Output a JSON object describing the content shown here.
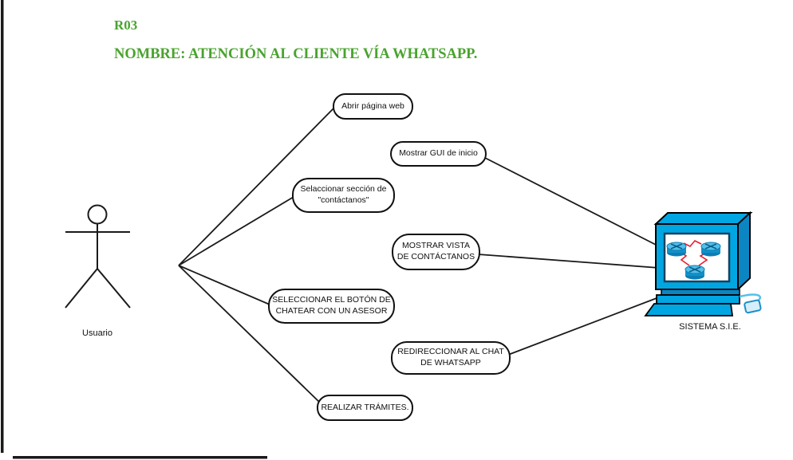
{
  "header": {
    "code": "R03",
    "title": "NOMBRE: ATENCIÓN AL CLIENTE VÍA WHATSAPP."
  },
  "actor": {
    "label": "Usuario"
  },
  "system": {
    "label": "SISTEMA S.I.E."
  },
  "use_cases": [
    {
      "id": "abrir-pagina-web",
      "label": "Abrir página web"
    },
    {
      "id": "mostrar-gui-inicio",
      "label": "Mostrar GUI de inicio"
    },
    {
      "id": "seleccionar-contactanos",
      "label": "Selaccionar sección de\n\"contáctanos\""
    },
    {
      "id": "mostrar-vista-contactanos",
      "label": "MOSTRAR VISTA\nDE CONTÁCTANOS"
    },
    {
      "id": "seleccionar-boton-chatear",
      "label": "SELECCIONAR EL BOTÓN DE\nCHATEAR CON UN ASESOR"
    },
    {
      "id": "redireccionar-chat",
      "label": "REDIRECCIONAR AL CHAT\nDE WHATSAPP"
    },
    {
      "id": "realizar-tramites",
      "label": "REALIZAR TRÁMITES."
    }
  ],
  "colors": {
    "title_green": "#4aa32f",
    "line_black": "#1a1a1a",
    "computer_cyan": "#00a6e2",
    "computer_dark_cyan": "#0b86c2",
    "screen_border_navy": "#16425f",
    "router_cyan": "#53bfe9",
    "link_red": "#ec1c2e"
  }
}
